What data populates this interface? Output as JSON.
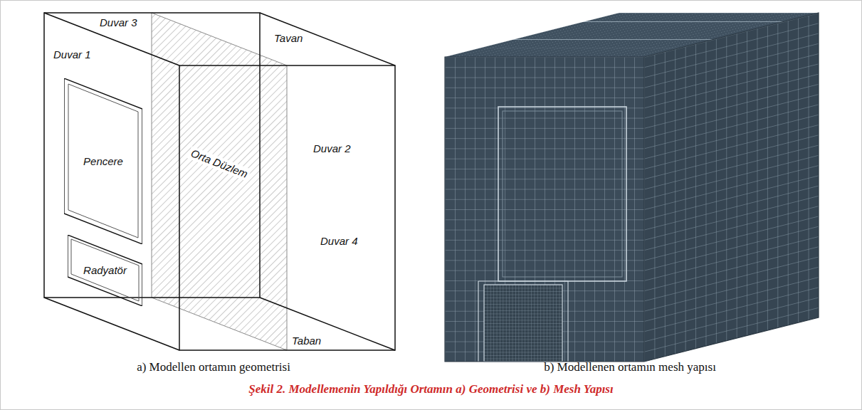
{
  "diagram": {
    "caption": "Şekil 2. Modellemenin Yapıldığı Ortamın a) Geometrisi ve b) Mesh Yapısı",
    "nodes": [
      {
        "text": [
          "Pencere"
        ]
      },
      {
        "text": [
          "Radyatör"
        ]
      }
    ],
    "labels": [
      "Duvar 3",
      "Orta Düzlem",
      "Tavan",
      "Duvar 1",
      "Duvar 2",
      "Duvar 4",
      "Taban",
      "a) Modellen ortamın geometrisi",
      "b) Modellenen ortamın mesh yapısı"
    ]
  }
}
